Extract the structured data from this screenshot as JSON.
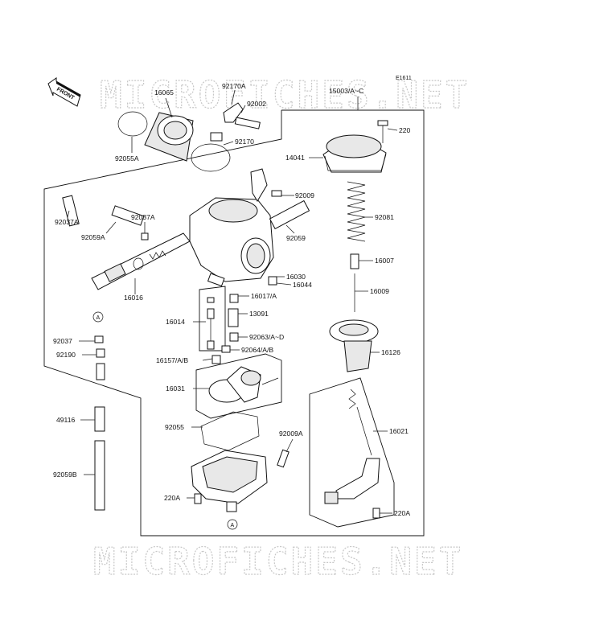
{
  "diagram": {
    "code": "E1611",
    "front_label": "FRONT",
    "ref_a": "A"
  },
  "watermark": {
    "top": "MICROFICHES.NET",
    "bottom": "MICROFICHES.NET"
  },
  "parts": {
    "p16065": "16065",
    "p92170A": "92170A",
    "p92002": "92002",
    "p92170": "92170",
    "p92055A": "92055A",
    "p15003": "15003/A~C",
    "p220": "220",
    "p14041": "14041",
    "p92009": "92009",
    "p92081": "92081",
    "p92037A_l": "92037A",
    "p92037A_r": "92037A",
    "p92059A": "92059A",
    "p92059": "92059",
    "p16007": "16007",
    "p16030": "16030",
    "p16044": "16044",
    "p16016": "16016",
    "p16017": "16017/A",
    "p16009": "16009",
    "p13091": "13091",
    "p16014": "16014",
    "p92063": "92063/A~D",
    "p92037": "92037",
    "p92064": "92064/A/B",
    "p92190": "92190",
    "p16126": "16126",
    "p16157": "16157/A/B",
    "p16031": "16031",
    "p49116": "49116",
    "p16021": "16021",
    "p92055": "92055",
    "p92009A": "92009A",
    "p92059B": "92059B",
    "p220A_l": "220A",
    "p220A_r": "220A"
  }
}
